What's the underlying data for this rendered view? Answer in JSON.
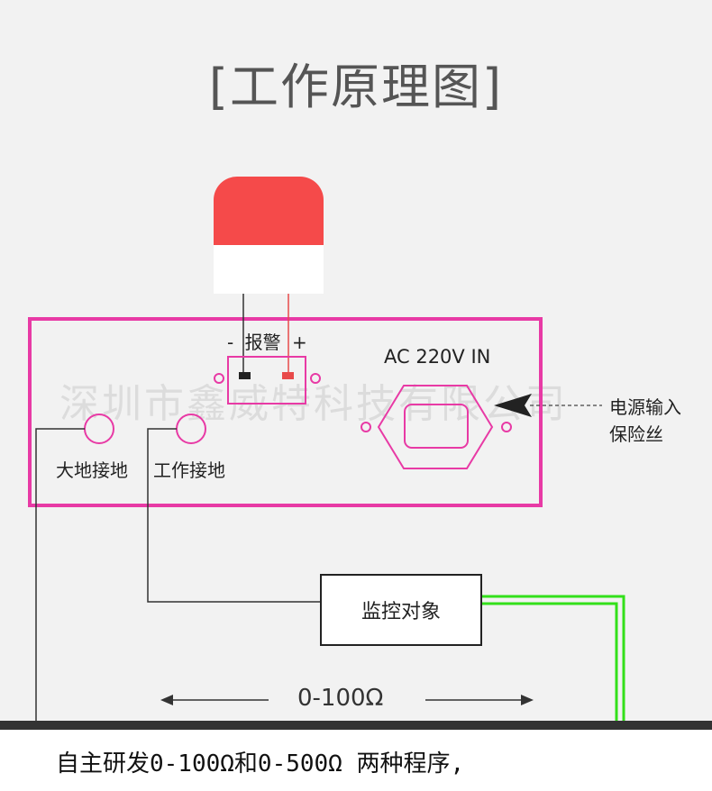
{
  "title": "[工作原理图]",
  "watermark": "深圳市鑫威特科技有限公司",
  "alarm": {
    "label": "报警",
    "minus": "-",
    "plus": "+"
  },
  "ac_input": "AC 220V IN",
  "fuse_label_line1": "电源输入",
  "fuse_label_line2": "保险丝",
  "ground_label": "大地接地",
  "work_ground_label": "工作接地",
  "monitor_label": "监控对象",
  "range_label": "0-100Ω",
  "footer_text": "自主研发0-100Ω和0-500Ω 两种程序,",
  "colors": {
    "alarm_red": "#f54a4a",
    "box_border": "#e83aa5",
    "green_wire": "#33e01a"
  }
}
